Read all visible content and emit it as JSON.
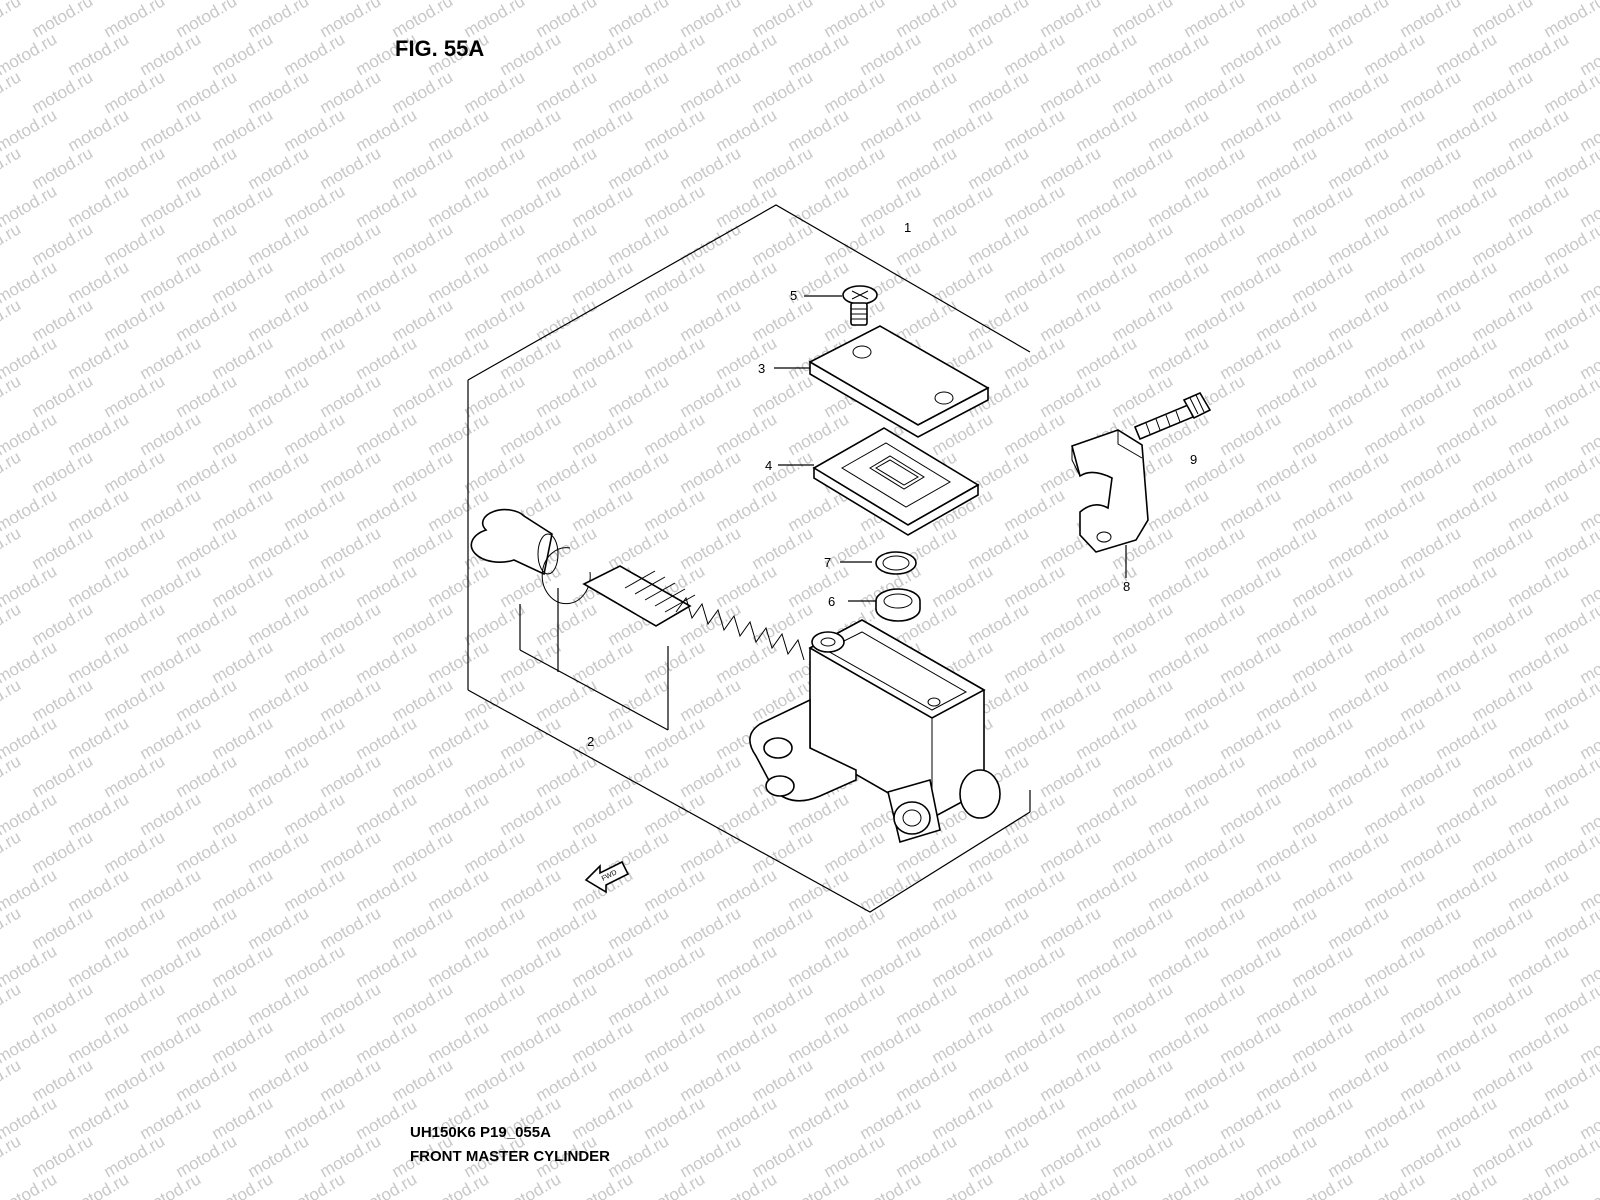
{
  "figure": {
    "title": "FIG. 55A",
    "model_code": "UH150K6 P19_055A",
    "section_name": "FRONT MASTER CYLINDER"
  },
  "watermark": {
    "text": "motod.ru",
    "color": "#c8c8c8"
  },
  "callouts": [
    {
      "id": "1",
      "label": "1"
    },
    {
      "id": "2",
      "label": "2"
    },
    {
      "id": "3",
      "label": "3"
    },
    {
      "id": "4",
      "label": "4"
    },
    {
      "id": "5",
      "label": "5"
    },
    {
      "id": "6",
      "label": "6"
    },
    {
      "id": "7",
      "label": "7"
    },
    {
      "id": "8",
      "label": "8"
    },
    {
      "id": "9",
      "label": "9"
    }
  ],
  "direction_marker": {
    "icon": "front-direction-arrow-icon"
  }
}
